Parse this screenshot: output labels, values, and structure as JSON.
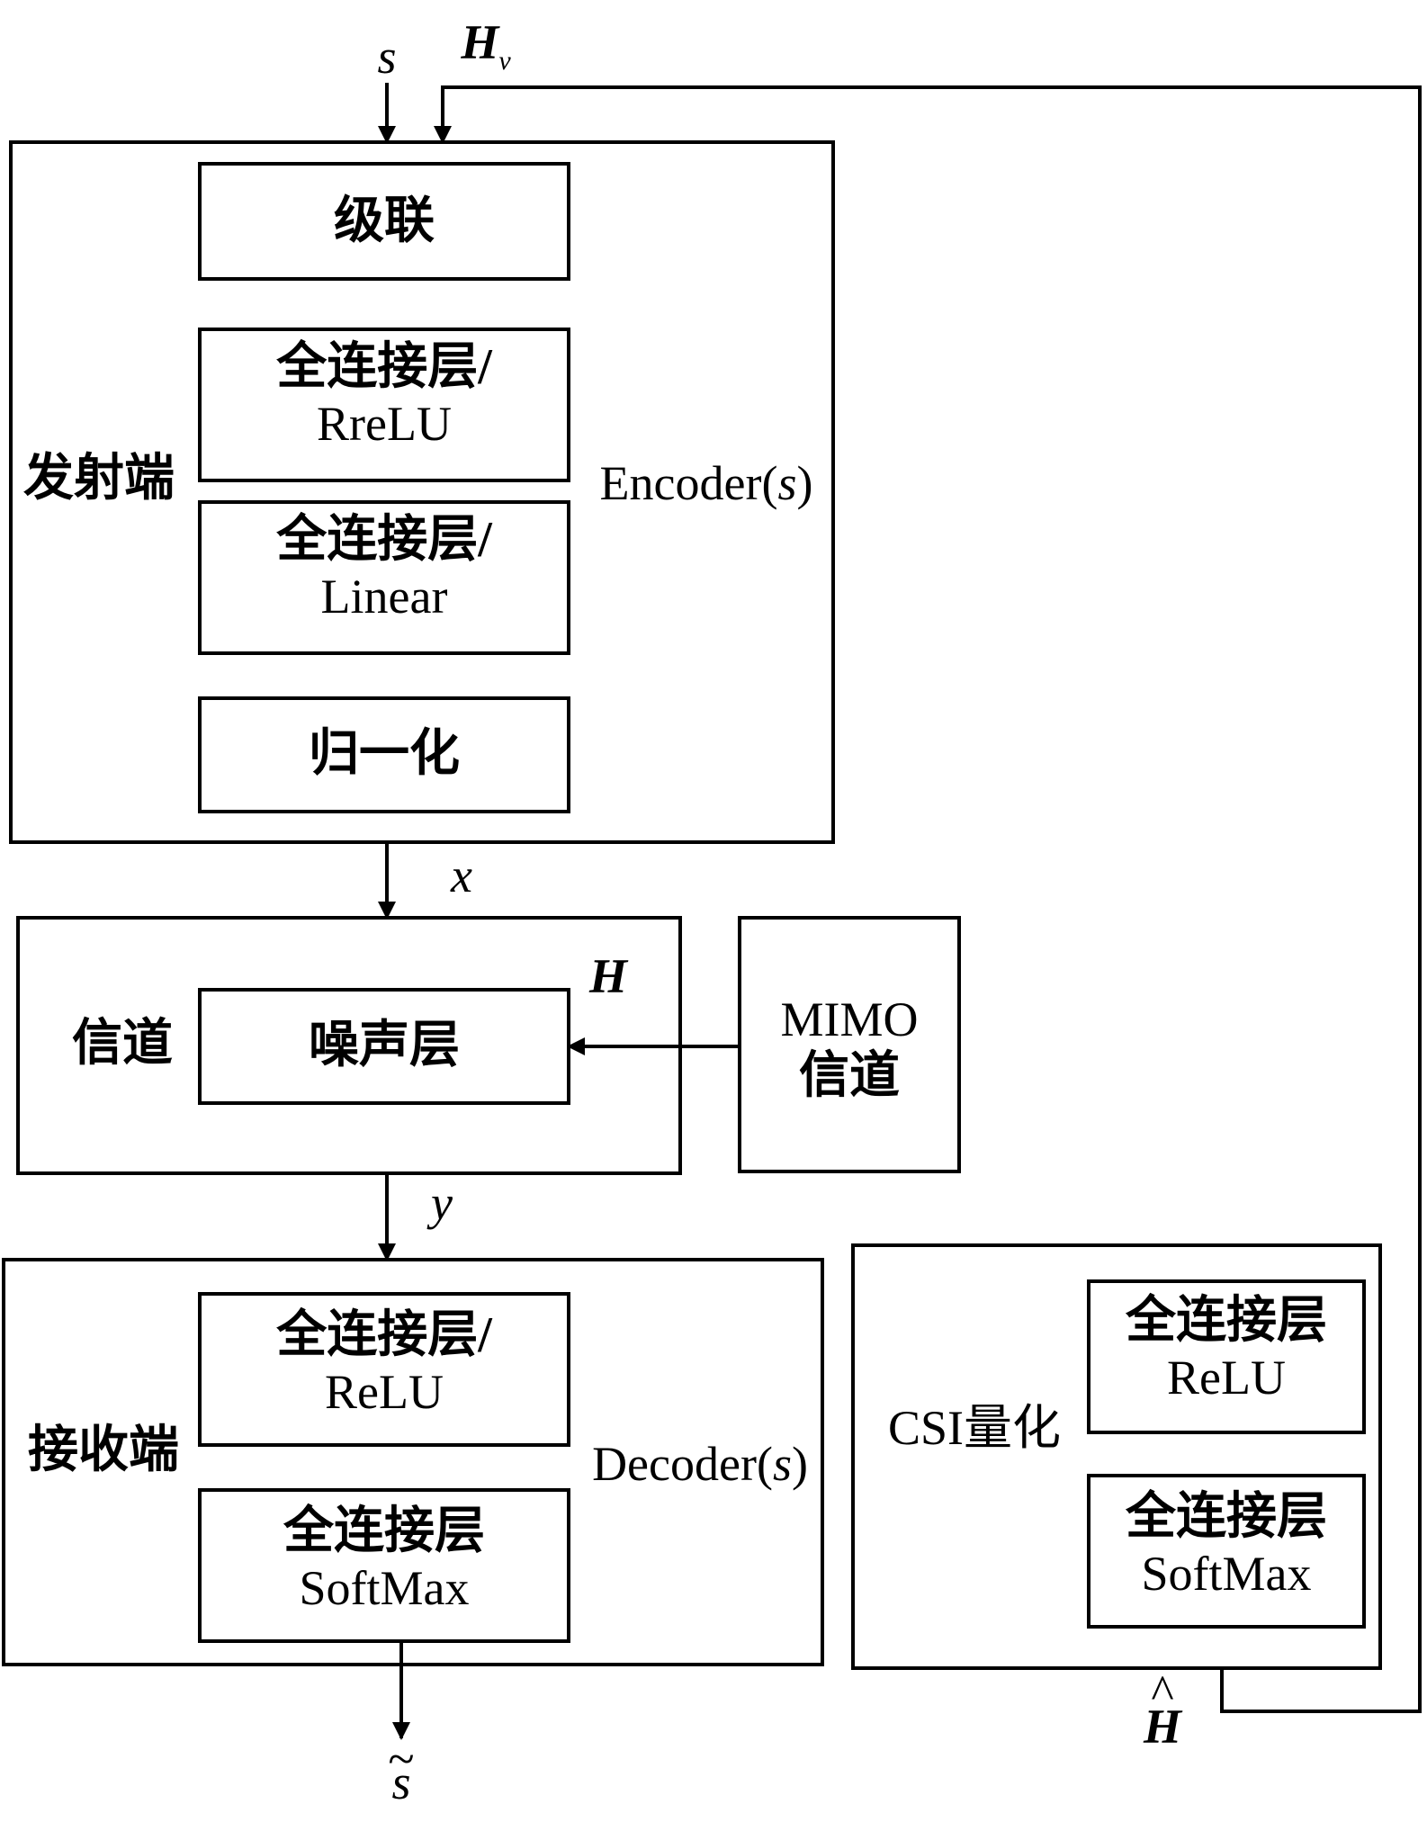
{
  "inputs": {
    "s": "s",
    "Hv_main": "H",
    "Hv_sub": "v"
  },
  "transmitter": {
    "label": "发射端",
    "encoder_label": "Encoder(",
    "encoder_arg": "s",
    "encoder_close": ")",
    "blocks": {
      "concat": "级联",
      "fc1_line1": "全连接层/",
      "fc1_line2": "RreLU",
      "fc2_line1": "全连接层/",
      "fc2_line2": "Linear",
      "norm": "归一化"
    }
  },
  "signals": {
    "x": "x",
    "y": "y",
    "H": "H",
    "H_hat": "H",
    "hat_mark": "^",
    "s_tilde": "s",
    "tilde_mark": "~"
  },
  "channel": {
    "label": "信道",
    "noise_layer": "噪声层"
  },
  "mimo": {
    "line1": "MIMO",
    "line2": "信道"
  },
  "receiver": {
    "label": "接收端",
    "decoder_label": "Decoder(",
    "decoder_arg": "s",
    "decoder_close": ")",
    "blocks": {
      "fc1_line1": "全连接层/",
      "fc1_line2": "ReLU",
      "fc2_line1": "全连接层",
      "fc2_line2": "SoftMax"
    }
  },
  "csi": {
    "label": "CSI量化",
    "blocks": {
      "fc1_line1": "全连接层",
      "fc1_line2": "ReLU",
      "fc2_line1": "全连接层",
      "fc2_line2": "SoftMax"
    }
  }
}
